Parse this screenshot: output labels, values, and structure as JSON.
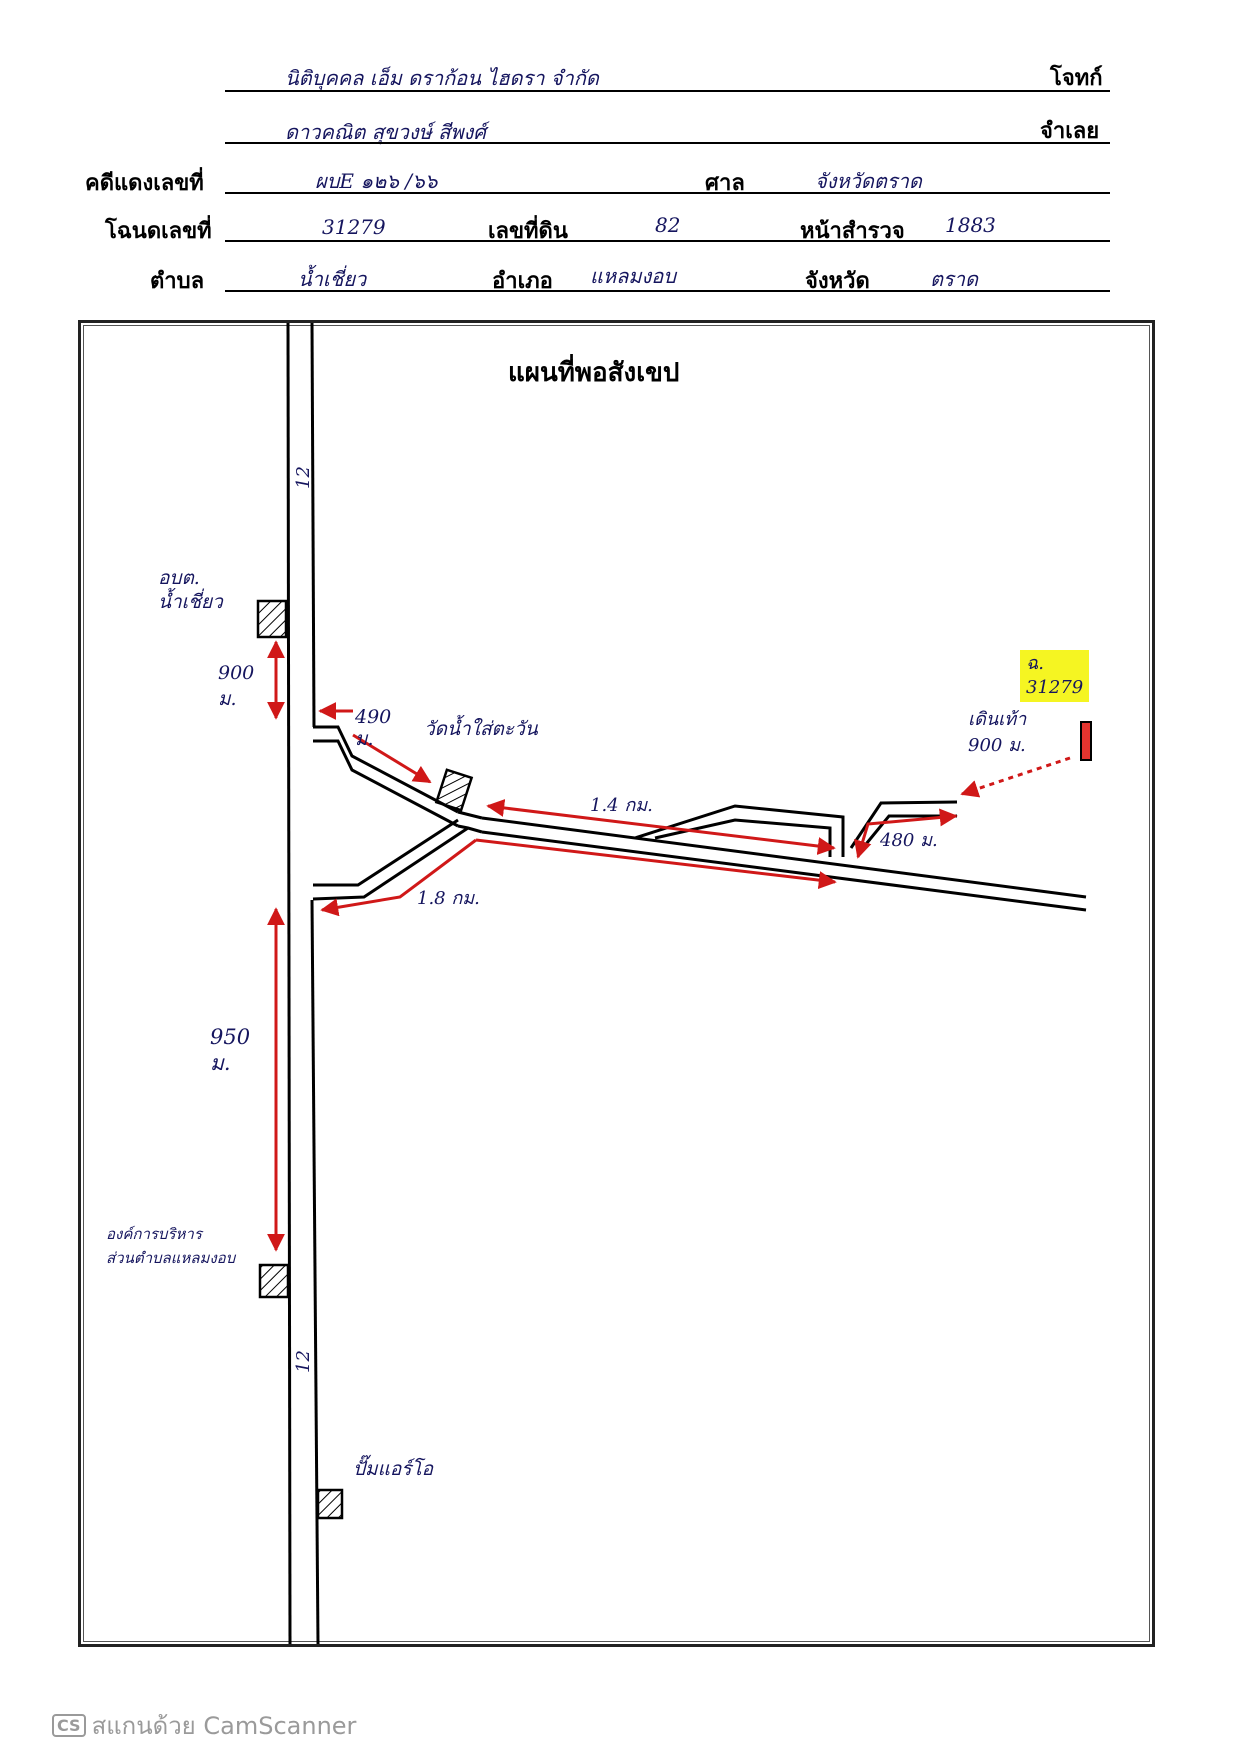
{
  "header": {
    "plaintiff_value": "นิติบุคคล เอ็ม ดราก้อน ไฮดรา จำกัด",
    "plaintiff_label": "โจทก์",
    "defendant_value": "ดาวคณิต สุขวงษ์ สีพงศ์",
    "defendant_label": "จำเลย",
    "case_label": "คดีแดงเลขที่",
    "case_value": "ผบE ๑๒๖ /๖๖",
    "court_label": "ศาล",
    "court_value": "จังหวัดตราด",
    "deed_label": "โฉนดเลขที่",
    "deed_value": "31279",
    "land_no_label": "เลขที่ดิน",
    "land_no_value": "82",
    "survey_label": "หน้าสำรวจ",
    "survey_value": "1883",
    "subdistrict_label": "ตำบล",
    "subdistrict_value": "น้ำเชี่ยว",
    "district_label": "อำเภอ",
    "district_value": "แหลมงอบ",
    "province_label": "จังหวัด",
    "province_value": "ตราด"
  },
  "map": {
    "title": "แผนที่พอสังเขป",
    "road_label_top": "12",
    "road_label_bottom": "12",
    "landmark_top": "อบต.\nน้ำเชี่ยว",
    "landmark_temple": "วัดน้ำใส่ตะวัน",
    "landmark_bottom": "องค์การบริหาร\nส่วนตำบลแหลมงอบ",
    "landmark_pump": "ปั๊มแอร์โอ",
    "dist_top_left": "900\nม.",
    "dist_490": "490\nม.",
    "dist_14km": "1.4 กม.",
    "dist_18km": "1.8 กม.",
    "dist_950": "950\nม.",
    "dist_480": "480 ม.",
    "walk_label": "เดินเท้า\n900 ม.",
    "target_label": "ฉ.\n31279"
  },
  "footer": {
    "logo": "CS",
    "text": "สแกนด้วย CamScanner"
  },
  "colors": {
    "arrow": "#d01818",
    "handwriting": "#15155e",
    "highlight": "#f5f522",
    "target": "#e3342f"
  }
}
